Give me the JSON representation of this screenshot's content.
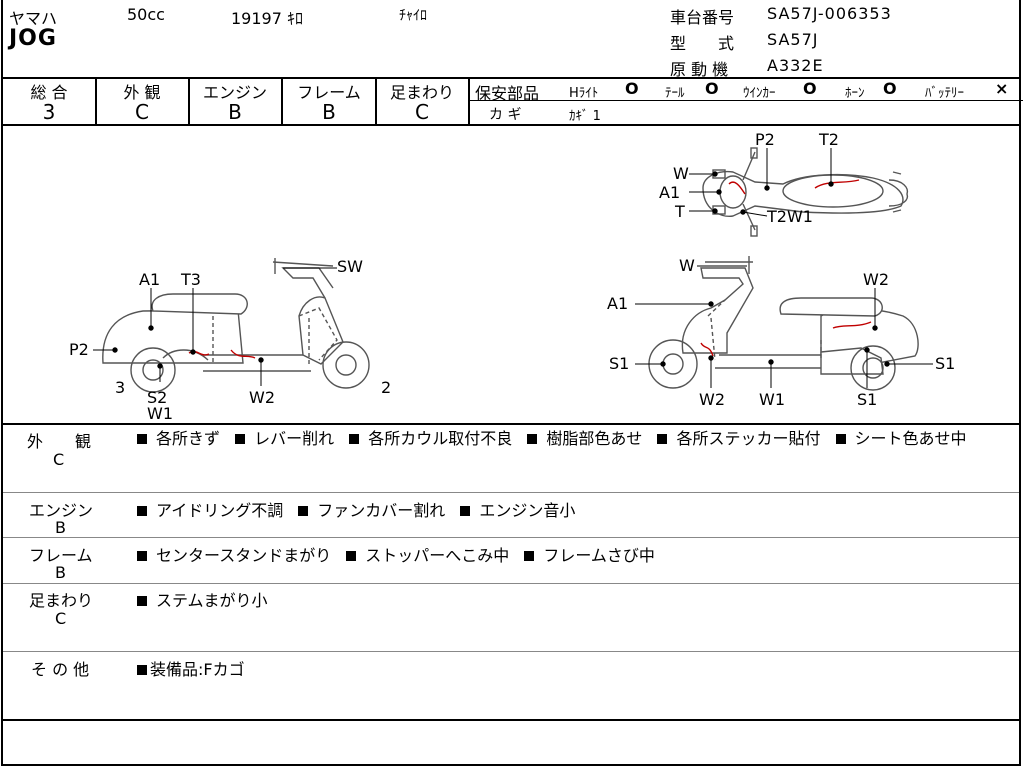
{
  "header": {
    "maker": "ヤマハ",
    "displacement": "50cc",
    "mileage": "19197 ｷﾛ",
    "color": "ﾁｬｲﾛ",
    "model": "JOG",
    "frame_no_label": "車台番号",
    "frame_no": "SA57J-006353",
    "type_label": "型　　式",
    "type": "SA57J",
    "engine_label": "原 動 機",
    "engine": "A332E"
  },
  "grades": {
    "headers": [
      "総 合",
      "外 観",
      "エンジン",
      "フレーム",
      "足まわり"
    ],
    "values": [
      "3",
      "C",
      "B",
      "B",
      "C"
    ]
  },
  "safety": {
    "label": "保安部品",
    "headlight_label": "Hﾗｲﾄ",
    "headlight": "O",
    "tail_label": "ﾃｰﾙ",
    "tail": "O",
    "winker_label": "ｳｲﾝｶｰ",
    "winker": "O",
    "horn_label": "ﾎｰﾝ",
    "horn": "O",
    "battery_label": "ﾊﾞｯﾃﾘｰ",
    "battery": "×",
    "key_label": "カ ギ",
    "key_value": "ｶｷﾞ 1"
  },
  "diagram_labels": {
    "left": [
      "A1",
      "T3",
      "SW",
      "P2",
      "3",
      "S2",
      "W1",
      "W2",
      "2"
    ],
    "top": [
      "P2",
      "T2",
      "W",
      "A1",
      "T",
      "T2W1"
    ],
    "right": [
      "W",
      "W2",
      "A1",
      "S1",
      "W2",
      "W1",
      "S1",
      "S1"
    ]
  },
  "notes": [
    {
      "category": "外　　観",
      "grade": "C",
      "items": [
        "各所きず",
        "レバー削れ",
        "各所カウル取付不良",
        "樹脂部色あせ",
        "各所ステッカー貼付",
        "シート色あせ中"
      ]
    },
    {
      "category": "エンジン",
      "grade": "B",
      "items": [
        "アイドリング不調",
        "ファンカバー割れ",
        "エンジン音小"
      ]
    },
    {
      "category": "フレーム",
      "grade": "B",
      "items": [
        "センタースタンドまがり",
        "ストッパーへこみ中",
        "フレームさび中"
      ]
    },
    {
      "category": "足まわり",
      "grade": "C",
      "items": [
        "ステムまがり小"
      ]
    },
    {
      "category": "そ の 他",
      "grade": "",
      "items": [
        "装備品:Fカゴ"
      ]
    }
  ],
  "colors": {
    "damage_mark": "#c00000",
    "line": "#000000",
    "body_line": "#555555"
  }
}
